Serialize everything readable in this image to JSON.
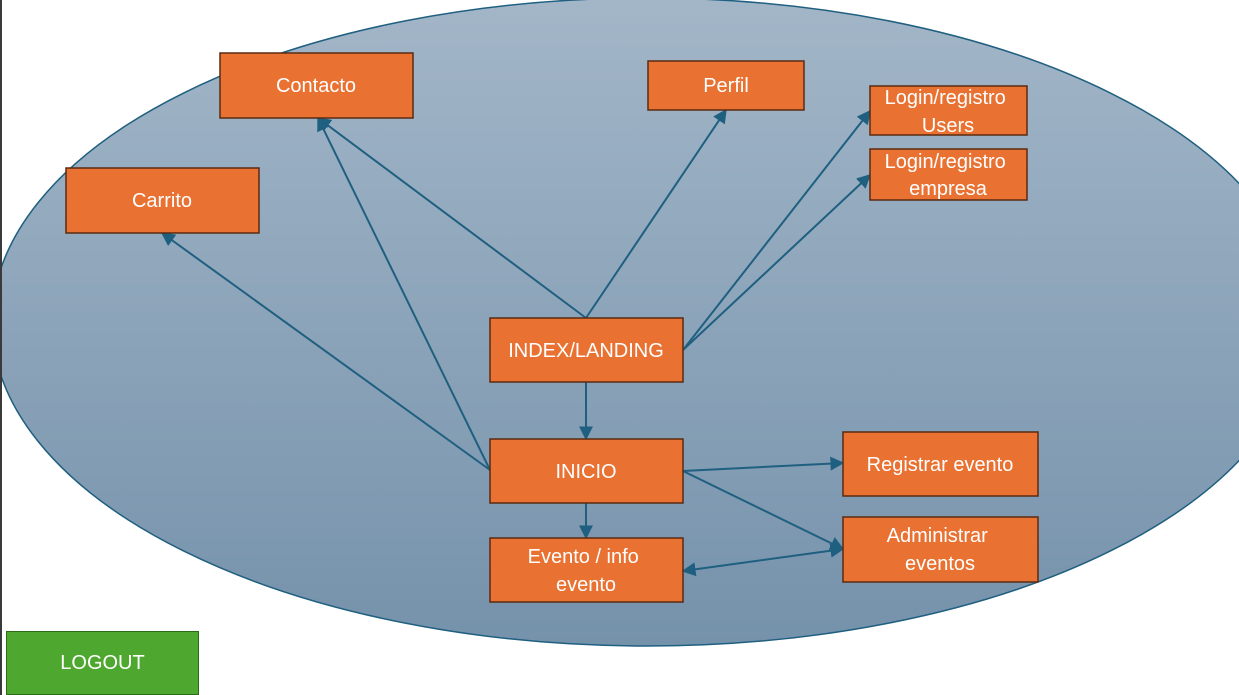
{
  "diagram": {
    "nodes": {
      "contacto": {
        "lines": [
          "Contacto"
        ]
      },
      "perfil": {
        "lines": [
          "Perfil"
        ]
      },
      "login_users": {
        "lines": [
          "Login/registro",
          "Users"
        ]
      },
      "login_empresa": {
        "lines": [
          "Login/registro",
          "empresa"
        ]
      },
      "carrito": {
        "lines": [
          "Carrito"
        ]
      },
      "index_landing": {
        "lines": [
          "INDEX/LANDING"
        ]
      },
      "inicio": {
        "lines": [
          "INICIO"
        ]
      },
      "registrar_evento": {
        "lines": [
          "Registrar evento"
        ]
      },
      "administrar_eventos": {
        "lines": [
          "Administrar",
          "eventos"
        ]
      },
      "evento_info": {
        "lines": [
          "Evento / info",
          "evento"
        ]
      }
    },
    "edges": [
      {
        "from": "index_landing",
        "to": "contacto"
      },
      {
        "from": "index_landing",
        "to": "perfil"
      },
      {
        "from": "index_landing",
        "to": "login_users"
      },
      {
        "from": "index_landing",
        "to": "login_empresa"
      },
      {
        "from": "index_landing",
        "to": "inicio"
      },
      {
        "from": "inicio",
        "to": "carrito"
      },
      {
        "from": "inicio",
        "to": "contacto"
      },
      {
        "from": "inicio",
        "to": "registrar_evento"
      },
      {
        "from": "inicio",
        "to": "administrar_eventos"
      },
      {
        "from": "inicio",
        "to": "evento_info"
      },
      {
        "from": "administrar_eventos",
        "to": "evento_info"
      }
    ],
    "colors": {
      "node_fill": "#e97132",
      "edge": "#1f5f80",
      "background_top": "#9fb3c5",
      "background_bottom": "#7895ad"
    }
  },
  "logout": {
    "label": "LOGOUT",
    "color": "#4ea72e"
  }
}
